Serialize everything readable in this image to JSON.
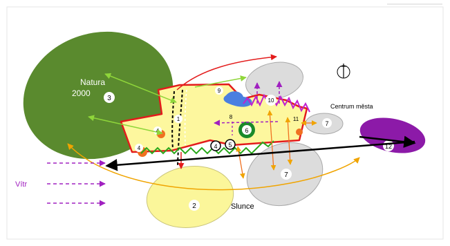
{
  "colors": {
    "natura_fill": "#5a8a2e",
    "site_fill": "#fdf79e",
    "site_outline": "#e31b1b",
    "grey_zone": "#dcdcdc",
    "yellow_zone": "#fbf69a",
    "purple_zone": "#8c1aa8",
    "arrow_green": "#8fd63a",
    "arrow_orange": "#f0a400",
    "arrow_red": "#e31b1b",
    "arrow_purple": "#a020c0",
    "zigzag_green": "#29a81b",
    "zigzag_purple": "#c020d0",
    "water_blue": "#4a7fe0",
    "ring_green": "#1a8a2a",
    "axis_black": "#000000"
  },
  "labels": {
    "natura": "Natura",
    "natura_year": "2000",
    "centrum": "Centrum města",
    "vitr": "Vítr",
    "slunce": "Slunce"
  },
  "markers": {
    "m1": "1",
    "m2": "2",
    "m3": "3",
    "m4a": "4",
    "m4b": "4",
    "m4c": "4",
    "m5": "5",
    "m6": "6",
    "m7a": "7",
    "m7b": "7",
    "m8": "8",
    "m9": "9",
    "m10": "10",
    "m11": "11",
    "m12": "12"
  },
  "icons": {
    "north": "north-arrow-icon"
  }
}
